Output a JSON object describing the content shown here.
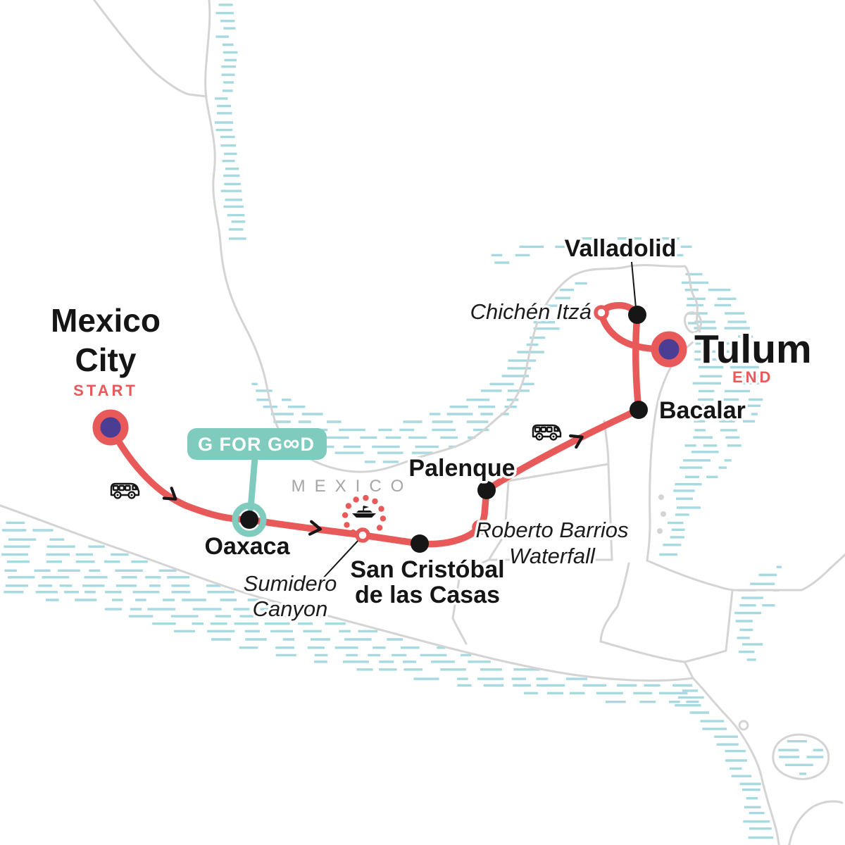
{
  "title": "Mexico tour route map",
  "country_label": "MEXICO",
  "colors": {
    "route_red": "#e8595a",
    "accent_red": "#e8595a",
    "badge_teal": "#7fccbe",
    "marker_purple": "#4b3c94",
    "coast_gray": "#d4d4d4",
    "water_hatch_teal": "#a6d9e0",
    "country_gray": "#a6a6a6",
    "ink_black": "#151515"
  },
  "badge": {
    "label": "G FOR GOOD",
    "display": {
      "prefix": "G FOR G",
      "infinity": "∞",
      "suffix": "D"
    }
  },
  "route": {
    "start": {
      "name": "Mexico City",
      "name_line1": "Mexico",
      "name_line2": "City",
      "marker_label": "START"
    },
    "end": {
      "name": "Tulum",
      "marker_label": "END"
    },
    "stops": [
      {
        "name": "Oaxaca",
        "type": "stop-highlighted"
      },
      {
        "name": "San Cristóbal de las Casas",
        "line1": "San Cristóbal",
        "line2": "de las Casas",
        "type": "stop"
      },
      {
        "name": "Palenque",
        "type": "stop"
      },
      {
        "name": "Bacalar",
        "type": "stop"
      },
      {
        "name": "Valladolid",
        "type": "stop"
      }
    ],
    "excursions": [
      {
        "name": "Sumidero Canyon",
        "line1": "Sumidero",
        "line2": "Canyon",
        "icon": "boat-icon"
      },
      {
        "name": "Roberto Barrios Waterfall",
        "line1": "Roberto Barrios",
        "line2": "Waterfall"
      },
      {
        "name": "Chichén Itzá"
      }
    ],
    "transport_icons": [
      "bus-icon",
      "bus-icon",
      "boat-icon"
    ]
  }
}
